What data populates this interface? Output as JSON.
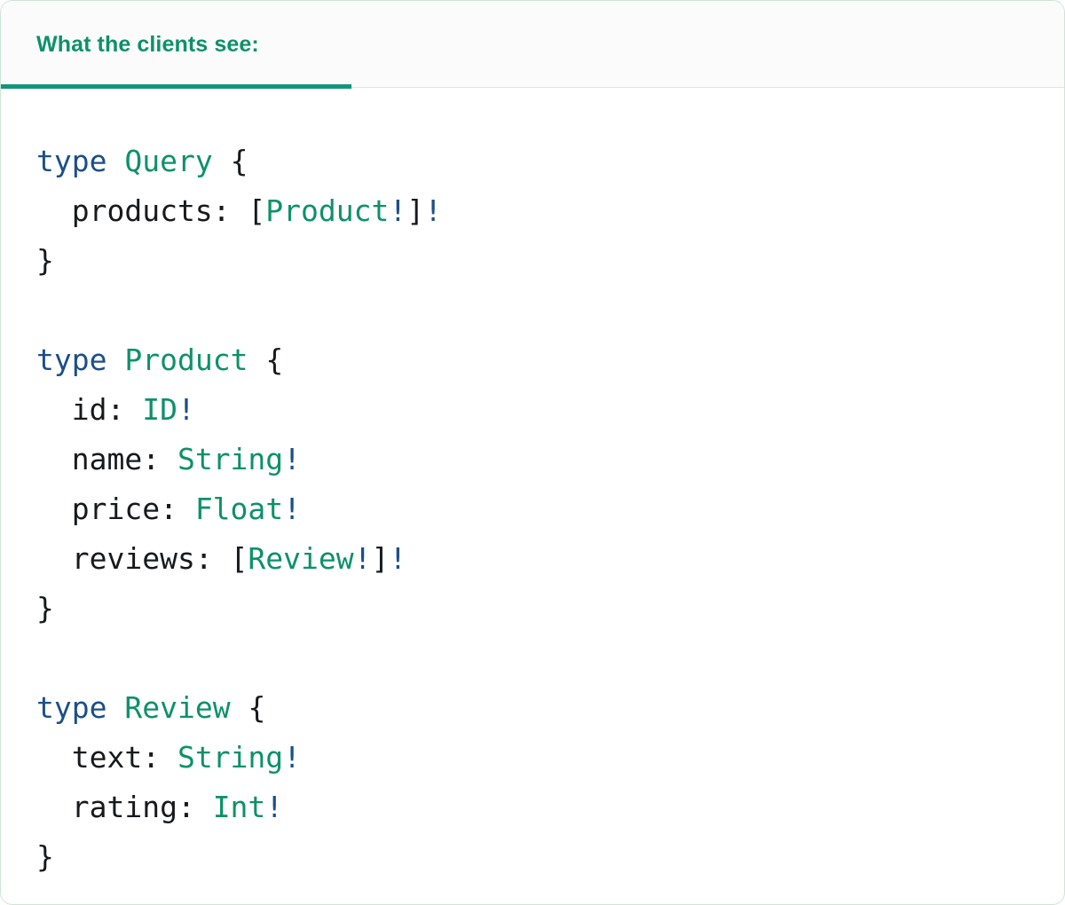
{
  "card": {
    "border_color": "#cfe4d9",
    "background": "#ffffff"
  },
  "tabbar": {
    "active_tab_label": "What the clients see:",
    "accent_color": "#12957c",
    "label_color": "#0d9169",
    "background": "#fbfbfb",
    "divider_color": "#e3e3e3"
  },
  "editor": {
    "language": "graphql",
    "colors": {
      "keyword": "#1b4f87",
      "type_name": "#0d9169",
      "plain": "#17191c",
      "non_null_bang": "#1b4f87",
      "punctuation": "#17191c"
    },
    "lines": [
      {
        "id": "line-1",
        "text": "type Query {",
        "tokens": [
          {
            "t": "type",
            "c": "kw"
          },
          {
            "t": " ",
            "c": "plain"
          },
          {
            "t": "Query",
            "c": "type"
          },
          {
            "t": " ",
            "c": "plain"
          },
          {
            "t": "{",
            "c": "punct"
          }
        ]
      },
      {
        "id": "line-2",
        "text": "  products: [Product!]!",
        "tokens": [
          {
            "t": "  products: ",
            "c": "plain"
          },
          {
            "t": "[",
            "c": "punct"
          },
          {
            "t": "Product",
            "c": "type"
          },
          {
            "t": "!",
            "c": "bang"
          },
          {
            "t": "]",
            "c": "punct"
          },
          {
            "t": "!",
            "c": "bang"
          }
        ]
      },
      {
        "id": "line-3",
        "text": "}",
        "tokens": [
          {
            "t": "}",
            "c": "punct"
          }
        ]
      },
      {
        "id": "line-4",
        "text": "",
        "tokens": []
      },
      {
        "id": "line-5",
        "text": "type Product {",
        "tokens": [
          {
            "t": "type",
            "c": "kw"
          },
          {
            "t": " ",
            "c": "plain"
          },
          {
            "t": "Product",
            "c": "type"
          },
          {
            "t": " ",
            "c": "plain"
          },
          {
            "t": "{",
            "c": "punct"
          }
        ]
      },
      {
        "id": "line-6",
        "text": "  id: ID!",
        "tokens": [
          {
            "t": "  id: ",
            "c": "plain"
          },
          {
            "t": "ID",
            "c": "type"
          },
          {
            "t": "!",
            "c": "bang"
          }
        ]
      },
      {
        "id": "line-7",
        "text": "  name: String!",
        "tokens": [
          {
            "t": "  name: ",
            "c": "plain"
          },
          {
            "t": "String",
            "c": "type"
          },
          {
            "t": "!",
            "c": "bang"
          }
        ]
      },
      {
        "id": "line-8",
        "text": "  price: Float!",
        "tokens": [
          {
            "t": "  price: ",
            "c": "plain"
          },
          {
            "t": "Float",
            "c": "type"
          },
          {
            "t": "!",
            "c": "bang"
          }
        ]
      },
      {
        "id": "line-9",
        "text": "  reviews: [Review!]!",
        "tokens": [
          {
            "t": "  reviews: ",
            "c": "plain"
          },
          {
            "t": "[",
            "c": "punct"
          },
          {
            "t": "Review",
            "c": "type"
          },
          {
            "t": "!",
            "c": "bang"
          },
          {
            "t": "]",
            "c": "punct"
          },
          {
            "t": "!",
            "c": "bang"
          }
        ]
      },
      {
        "id": "line-10",
        "text": "}",
        "tokens": [
          {
            "t": "}",
            "c": "punct"
          }
        ]
      },
      {
        "id": "line-11",
        "text": "",
        "tokens": []
      },
      {
        "id": "line-12",
        "text": "type Review {",
        "tokens": [
          {
            "t": "type",
            "c": "kw"
          },
          {
            "t": " ",
            "c": "plain"
          },
          {
            "t": "Review",
            "c": "type"
          },
          {
            "t": " ",
            "c": "plain"
          },
          {
            "t": "{",
            "c": "punct"
          }
        ]
      },
      {
        "id": "line-13",
        "text": "  text: String!",
        "tokens": [
          {
            "t": "  text: ",
            "c": "plain"
          },
          {
            "t": "String",
            "c": "type"
          },
          {
            "t": "!",
            "c": "bang"
          }
        ]
      },
      {
        "id": "line-14",
        "text": "  rating: Int!",
        "tokens": [
          {
            "t": "  rating: ",
            "c": "plain"
          },
          {
            "t": "Int",
            "c": "type"
          },
          {
            "t": "!",
            "c": "bang"
          }
        ]
      },
      {
        "id": "line-15",
        "text": "}",
        "tokens": [
          {
            "t": "}",
            "c": "punct"
          }
        ]
      }
    ]
  }
}
